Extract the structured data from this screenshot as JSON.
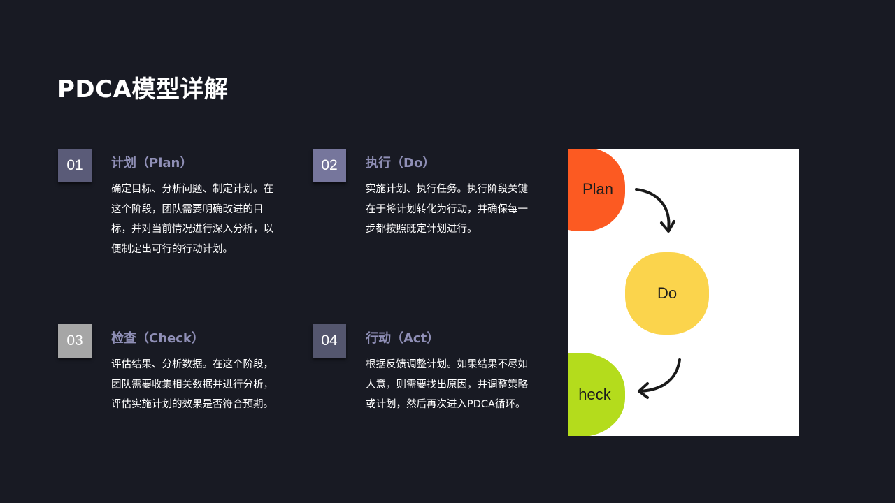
{
  "title": "PDCA模型详解",
  "steps": [
    {
      "number": "01",
      "title": "计划（Plan）",
      "description": "确定目标、分析问题、制定计划。在这个阶段，团队需要明确改进的目标，并对当前情况进行深入分析，以便制定出可行的行动计划。",
      "badge_color": "#5a5b78"
    },
    {
      "number": "02",
      "title": "执行（Do）",
      "description": "实施计划、执行任务。执行阶段关键在于将计划转化为行动，并确保每一步都按照既定计划进行。",
      "badge_color": "#76769c"
    },
    {
      "number": "03",
      "title": "检查（Check）",
      "description": "评估结果、分析数据。在这个阶段，团队需要收集相关数据并进行分析，评估实施计划的效果是否符合预期。",
      "badge_color": "#a6a6a6"
    },
    {
      "number": "04",
      "title": "行动（Act）",
      "description": "根据反馈调整计划。如果结果不尽如人意，则需要找出原因，并调整策略或计划，然后再次进入PDCA循环。",
      "badge_color": "#54566e"
    }
  ],
  "diagram": {
    "plan_label": "Plan",
    "do_label": "Do",
    "check_label": "heck",
    "colors": {
      "plan": "#fc5a22",
      "do": "#fbd44c",
      "check": "#b4dc1c",
      "arrow": "#1a1a1a"
    }
  }
}
